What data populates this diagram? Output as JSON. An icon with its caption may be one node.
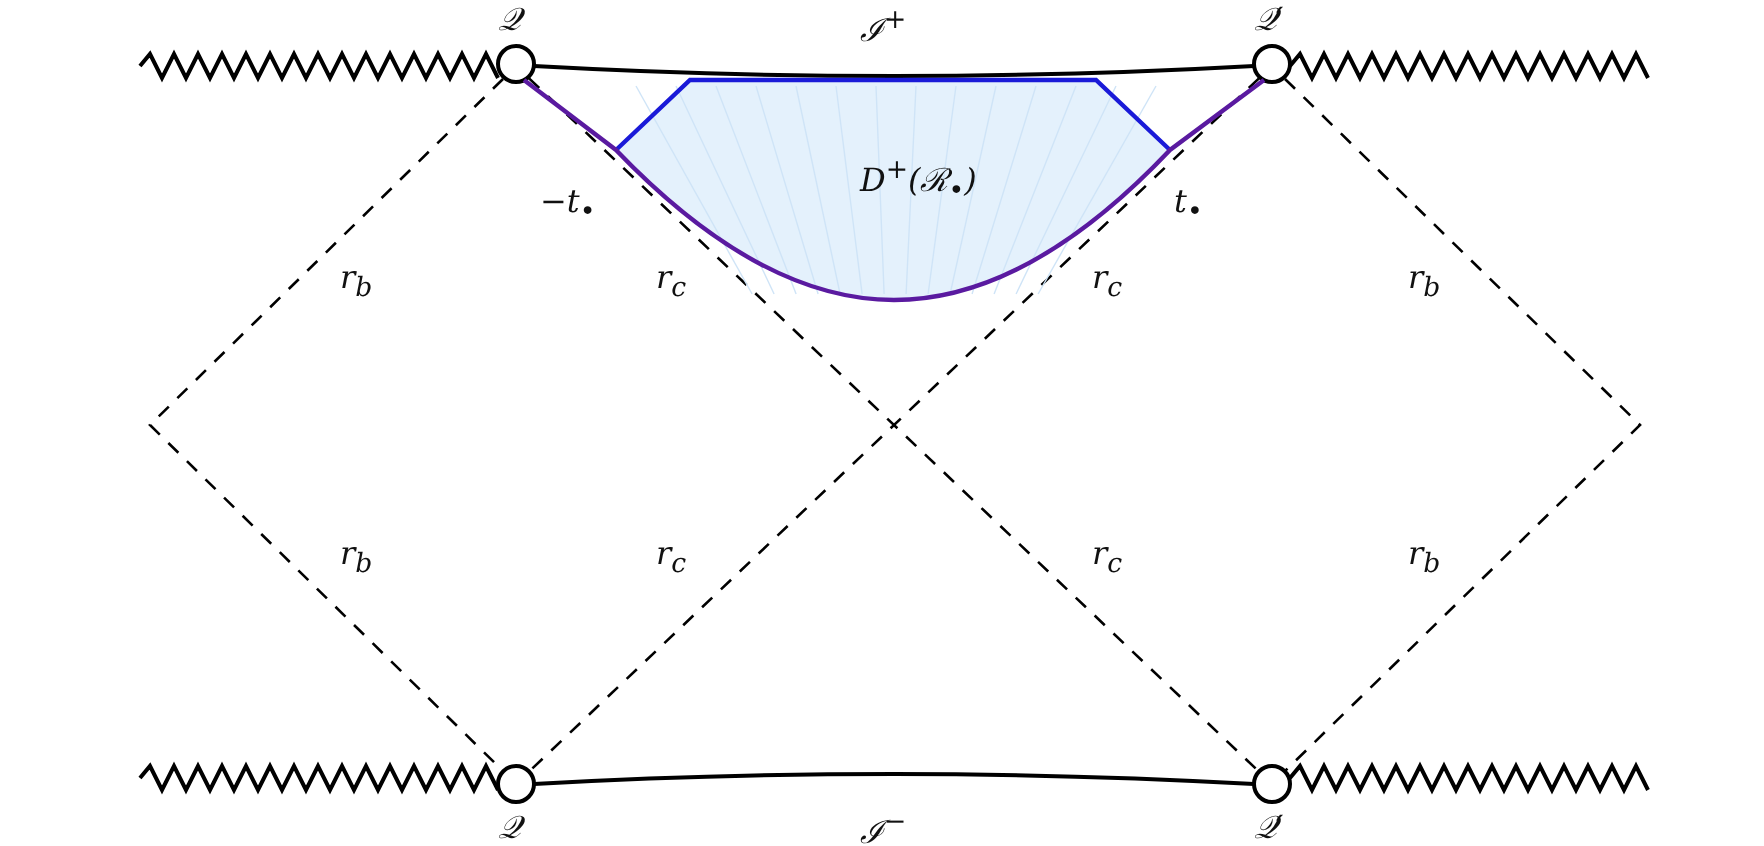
{
  "diagram": {
    "nodes": [
      {
        "text": [
          "𝒬"
        ]
      },
      {
        "text": [
          "𝒬′"
        ]
      },
      {
        "text": [
          "𝒬"
        ]
      },
      {
        "text": [
          "𝒬′"
        ]
      },
      {
        "text": [
          "D$^{+}$(ℛ$_{•}$)"
        ]
      }
    ],
    "edges": [
      {
        "from": 0,
        "to": 1,
        "arrow": "none",
        "label": "ℐ$^{+}$"
      },
      {
        "from": 2,
        "to": 3,
        "arrow": "none",
        "label": "ℐ$^{−}$"
      },
      {
        "from": 0,
        "to": 3,
        "arrow": "none",
        "style": "dashed"
      },
      {
        "from": 1,
        "to": 2,
        "arrow": "none",
        "style": "dashed"
      },
      {
        "from": 0,
        "to": 2,
        "arrow": "none",
        "style": "dashed"
      },
      {
        "from": 1,
        "to": 3,
        "arrow": "none",
        "style": "dashed"
      }
    ],
    "labels": [
      "−t$_{•}$",
      "t$_{•}$",
      "r$_{b}$",
      "r$_{c}$",
      "r$_{c}$",
      "r$_{b}$",
      "r$_{b}$",
      "r$_{c}$",
      "r$_{c}$",
      "r$_{b}$"
    ]
  }
}
